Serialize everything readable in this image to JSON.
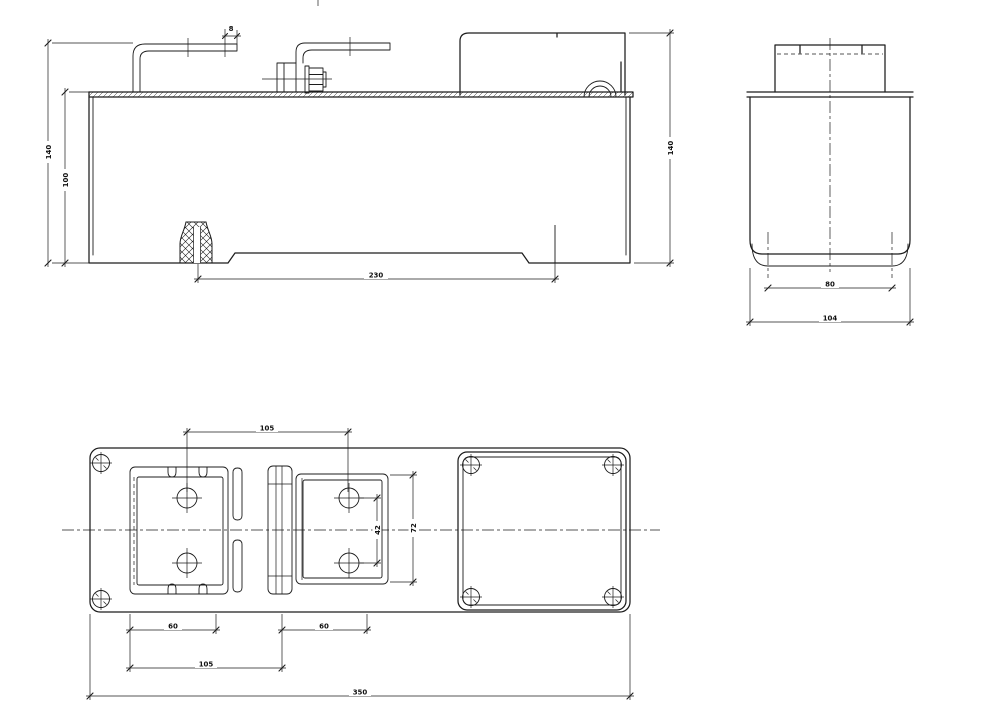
{
  "drawing": {
    "side_view": {
      "dim_overall_height": "140",
      "dim_body_height": "100",
      "dim_right_height": "140",
      "dim_base_length": "230",
      "dim_bracket_tip": "8"
    },
    "end_view": {
      "dim_inner_width": "80",
      "dim_overall_width": "104"
    },
    "plan_view": {
      "dim_hole_span_x": "105",
      "dim_left_pad_width": "60",
      "dim_right_pad_width": "60",
      "dim_pad_offset": "105",
      "dim_overall_length": "350",
      "dim_hole_span_y": "42",
      "dim_pad_height": "72"
    },
    "colors": {
      "line": "#1c1c1c",
      "background": "#ffffff"
    }
  }
}
